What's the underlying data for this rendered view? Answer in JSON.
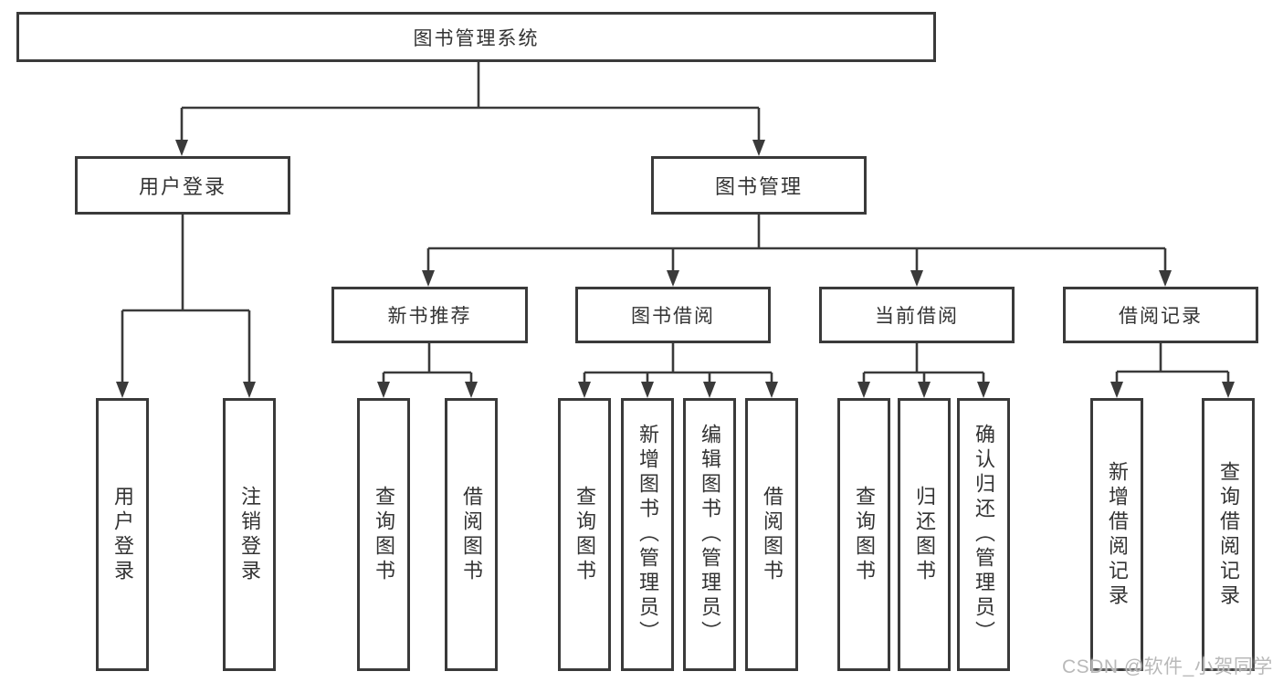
{
  "diagram": {
    "root": {
      "label": "图书管理系统"
    },
    "branches": [
      {
        "label": "用户登录",
        "children": [
          {
            "label": "用户登录"
          },
          {
            "label": "注销登录"
          }
        ]
      },
      {
        "label": "图书管理",
        "children": [
          {
            "label": "新书推荐",
            "children": [
              {
                "label": "查询图书"
              },
              {
                "label": "借阅图书"
              }
            ]
          },
          {
            "label": "图书借阅",
            "children": [
              {
                "label": "查询图书"
              },
              {
                "label": "新增图书（管理员）"
              },
              {
                "label": "编辑图书（管理员）"
              },
              {
                "label": "借阅图书"
              }
            ]
          },
          {
            "label": "当前借阅",
            "children": [
              {
                "label": "查询图书"
              },
              {
                "label": "归还图书"
              },
              {
                "label": "确认归还（管理员）"
              }
            ]
          },
          {
            "label": "借阅记录",
            "children": [
              {
                "label": "新增借阅记录"
              },
              {
                "label": "查询借阅记录"
              }
            ]
          }
        ]
      }
    ]
  },
  "watermark": {
    "text": "CSDN @软件_小贺同学"
  },
  "colors": {
    "line": "#3a3a3a",
    "box_border": "#3a3a3a",
    "box_fill": "#ffffff",
    "text": "#333333",
    "watermark": "#b9b9b9",
    "background": "#ffffff"
  }
}
